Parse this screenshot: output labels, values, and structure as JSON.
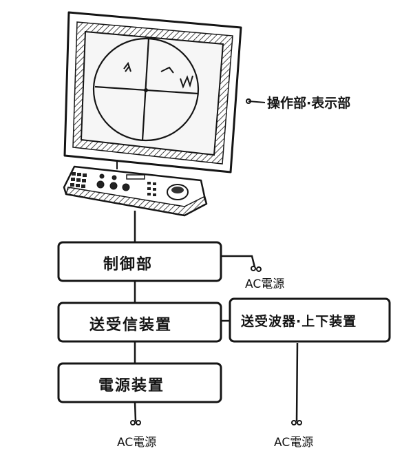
{
  "diagram": {
    "display_unit_label": "操作部·表示部",
    "boxes": {
      "control": "制御部",
      "transceiver": "送受信装置",
      "transducer": "送受波器·上下装置",
      "power": "電源装置"
    },
    "ac_labels": {
      "control": "AC電源",
      "power": "AC電源",
      "transducer": "AC電源"
    }
  },
  "colors": {
    "ink": "#151515",
    "hatch": "#444444",
    "screen": "#f4f4f4"
  }
}
